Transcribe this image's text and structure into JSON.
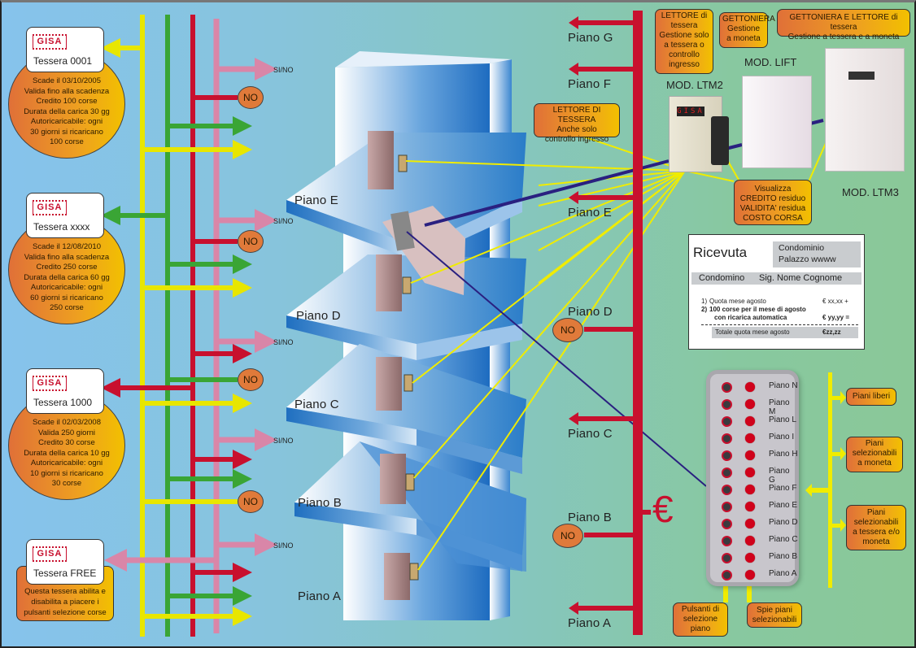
{
  "colors": {
    "yellow": "#e8e600",
    "green": "#3aa535",
    "red": "#c8102e",
    "pink": "#d986a8",
    "navy": "#2a2080",
    "orange": "#e07a3a"
  },
  "cards": [
    {
      "brand": "GISA",
      "title": "Tessera 0001",
      "lines": [
        "Scade  il 03/10/2005",
        "Valida fino alla scadenza",
        "Credito 100 corse",
        "Durata della carica 30 gg",
        "Autoricaricabile:  ogni",
        "30 giorni si ricaricano",
        "100 corse"
      ]
    },
    {
      "brand": "GISA",
      "title": "Tessera xxxx",
      "lines": [
        "Scade il 12/08/2010",
        "Valida fino alla scadenza",
        "Credito 250 corse",
        "Durata della carica 60 gg",
        "Autoricaricabile:  ogni",
        "60 giorni si ricaricano",
        "250 corse"
      ]
    },
    {
      "brand": "GISA",
      "title": "Tessera 1000",
      "lines": [
        "Scade  il 02/03/2008",
        "Valida 250 giorni",
        "Credito 30 corse",
        "Durata della carica 10 gg",
        "Autoricaricabile:  ogni",
        "10 giorni si ricaricano",
        "30 corse"
      ]
    },
    {
      "brand": "GISA",
      "title": "Tessera FREE",
      "lines": [
        "Questa tessera abilita e",
        "disabilita a piacere i",
        "pulsanti selezione corse"
      ]
    }
  ],
  "bus_labels": {
    "sino": "SI/NO",
    "no": "NO"
  },
  "building_floors": [
    "Piano E",
    "Piano D",
    "Piano C",
    "Piano B",
    "Piano A"
  ],
  "right_floors": [
    {
      "label": "Piano G",
      "state": "arrow"
    },
    {
      "label": "Piano F",
      "state": "arrow"
    },
    {
      "label": "Piano E",
      "state": "arrow"
    },
    {
      "label": "Piano D",
      "state": "NO"
    },
    {
      "label": "Piano C",
      "state": "arrow"
    },
    {
      "label": "Piano B",
      "state": "NO"
    },
    {
      "label": "Piano A",
      "state": "arrow"
    }
  ],
  "euro_symbol": "€",
  "callouts": {
    "lettore_tessera": [
      "LETTORE di",
      "tessera",
      "Gestione solo",
      "a tessera o",
      "controllo",
      "ingresso"
    ],
    "gettoniera": [
      "GETTONIERA",
      "Gestione",
      "a moneta"
    ],
    "gettoniera_lettore": [
      "GETTONIERA E LETTORE di tessera",
      "Gestione  a  tessera e a moneta"
    ],
    "lettore_ingresso": [
      "LETTORE DI TESSERA",
      "Anche solo",
      "controllo ingresso"
    ],
    "visualizza": [
      "Visualizza",
      "CREDITO residuo",
      "VALIDITA' residua",
      "COSTO CORSA"
    ],
    "piani_liberi": [
      "Piani liberi"
    ],
    "piani_moneta": [
      "Piani",
      "selezionabili",
      "a moneta"
    ],
    "piani_tessera": [
      "Piani",
      "selezionabili",
      "a tessera e/o",
      "moneta"
    ],
    "pulsanti": [
      "Pulsanti di",
      "selezione",
      "piano"
    ],
    "spie": [
      "Spie piani",
      "selezionabili"
    ]
  },
  "models": {
    "ltm2": "MOD. LTM2",
    "lift": "MOD. LIFT",
    "ltm3": "MOD. LTM3",
    "display_text": "GISA"
  },
  "receipt": {
    "title": "Ricevuta",
    "building": [
      "Condominio",
      "Palazzo wwww"
    ],
    "owner_label": "Condomino",
    "owner_name": "Sig.  Nome Cognome",
    "items": [
      {
        "num": "1)",
        "desc": "Quota mese agosto",
        "amount": "€ xx,xx +",
        "bold": false
      },
      {
        "num": "2)",
        "desc": "100 corse per il mese di agosto",
        "desc2": "con ricarica automatica",
        "amount": "€ yy,yy =",
        "bold": true
      }
    ],
    "total_label": "Totale quota mese agosto",
    "total_amount": "€zz,zz"
  },
  "panel_floors": [
    "Piano N",
    "Piano M",
    "Piano L",
    "Piano I",
    "Piano H",
    "Piano G",
    "Piano F",
    "Piano E",
    "Piano D",
    "Piano C",
    "Piano B",
    "Piano A"
  ]
}
